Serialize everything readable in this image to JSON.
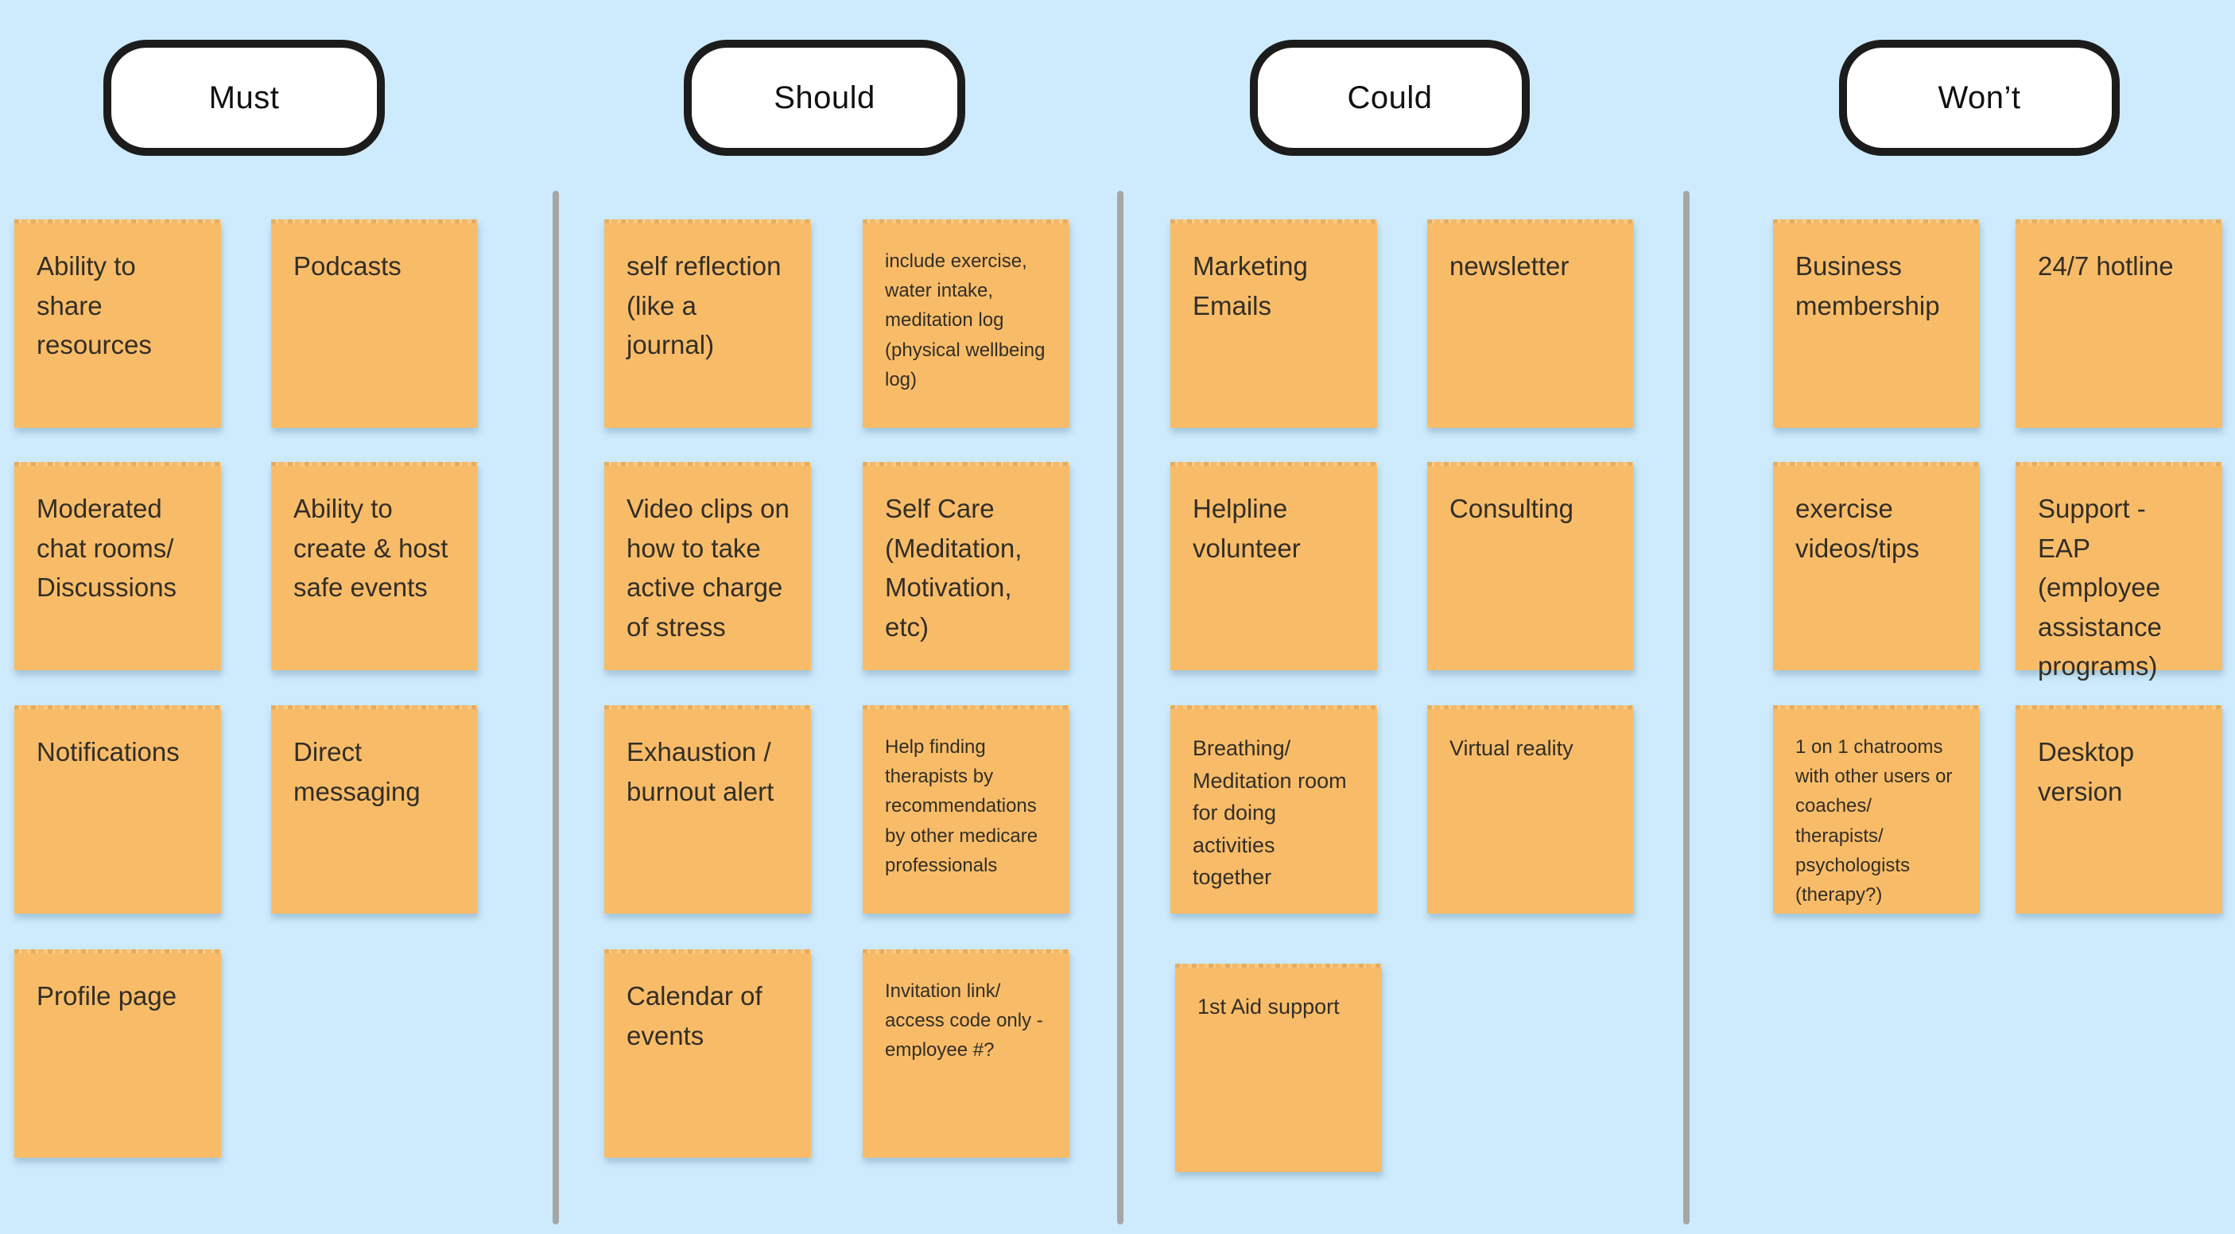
{
  "colors": {
    "background": "#CDEBFC",
    "note_fill": "#F8BC69",
    "note_text": "#322E26",
    "header_fill": "#FFFFFF",
    "header_border": "#1C1C1C",
    "divider": "#A6A6A6"
  },
  "columns": [
    {
      "header": "Must",
      "notes": [
        {
          "text": "Ability to share resources"
        },
        {
          "text": "Podcasts"
        },
        {
          "text": "Moderated chat rooms/ Discussions"
        },
        {
          "text": "Ability to create & host safe events"
        },
        {
          "text": "Notifications"
        },
        {
          "text": "Direct messaging"
        },
        {
          "text": "Profile page"
        }
      ]
    },
    {
      "header": "Should",
      "notes": [
        {
          "text": "self reflection (like a journal)"
        },
        {
          "text": "include exercise, water intake, meditation log (physical wellbeing log)"
        },
        {
          "text": "Video clips on how to take active charge of stress"
        },
        {
          "text": "Self Care (Meditation, Motivation, etc)"
        },
        {
          "text": "Exhaustion / burnout alert"
        },
        {
          "text": "Help finding therapists by recommendations by other medicare professionals"
        },
        {
          "text": "Calendar of events"
        },
        {
          "text": "Invitation link/ access code only - employee #?"
        }
      ]
    },
    {
      "header": "Could",
      "notes": [
        {
          "text": "Marketing Emails"
        },
        {
          "text": "newsletter"
        },
        {
          "text": "Helpline volunteer"
        },
        {
          "text": "Consulting"
        },
        {
          "text": "Breathing/ Meditation room for doing activities together"
        },
        {
          "text": "Virtual reality"
        },
        {
          "text": "1st Aid support"
        }
      ]
    },
    {
      "header": "Won’t",
      "notes": [
        {
          "text": "Business membership"
        },
        {
          "text": "24/7 hotline"
        },
        {
          "text": "exercise videos/tips"
        },
        {
          "text": "Support - EAP (employee assistance programs)"
        },
        {
          "text": "1 on 1 chatrooms with other users or coaches/ therapists/ psychologists (therapy?)"
        },
        {
          "text": "Desktop version"
        }
      ]
    }
  ]
}
